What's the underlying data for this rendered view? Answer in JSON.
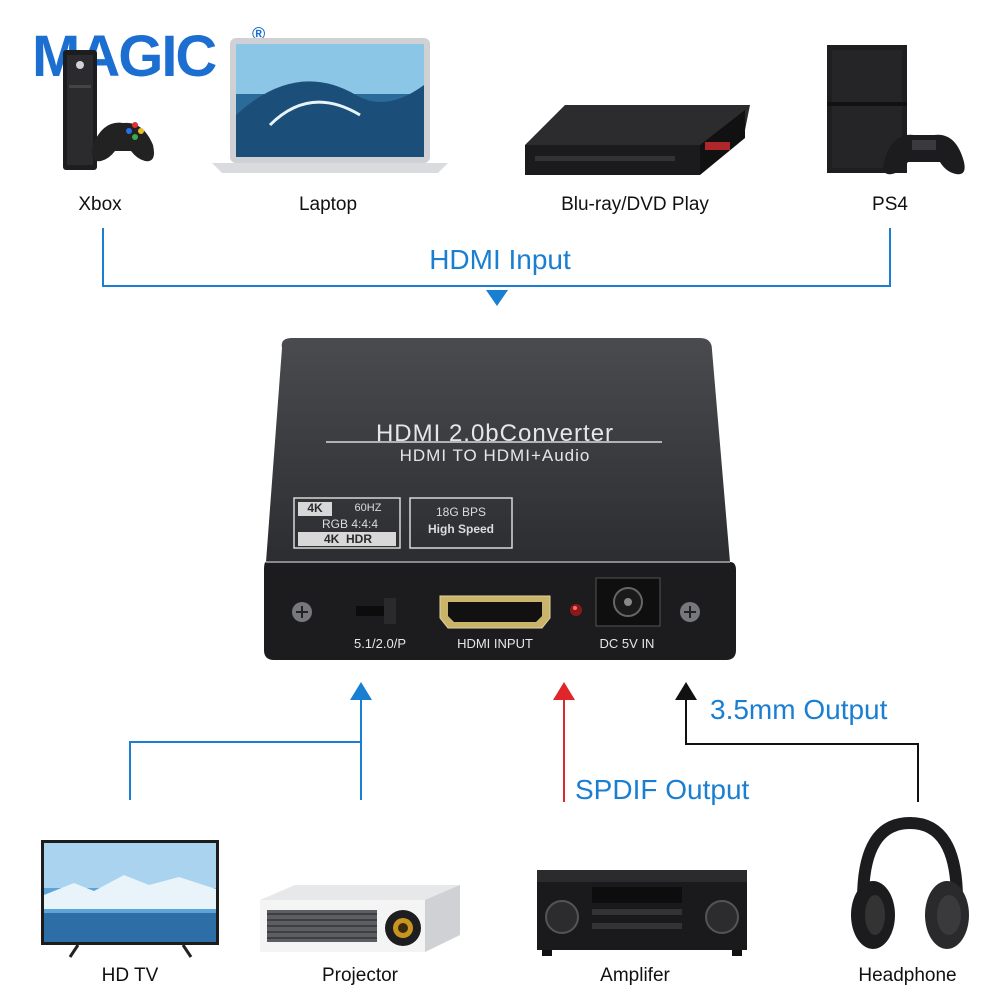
{
  "brand": {
    "logo_text": "MAGIC",
    "registered": "®"
  },
  "inputs": {
    "heading": "HDMI Input",
    "devices": [
      {
        "label": "Xbox",
        "icon": "xbox-console-icon"
      },
      {
        "label": "Laptop",
        "icon": "laptop-icon"
      },
      {
        "label": "Blu-ray/DVD Play",
        "icon": "bluray-player-icon"
      },
      {
        "label": "PS4",
        "icon": "ps4-console-icon"
      }
    ]
  },
  "device": {
    "title": "HDMI 2.0bConverter",
    "subtitle": "HDMI TO HDMI+Audio",
    "badge_4k": "4K",
    "badge_hz": "60HZ",
    "badge_rgb": "RGB 4:4:4",
    "badge_hdr": "4K  HDR",
    "badge_bps": "18G BPS",
    "badge_speed": "High Speed",
    "port_switch": "5.1/2.0/P",
    "port_hdmi": "HDMI INPUT",
    "port_dc": "DC 5V IN"
  },
  "outputs": {
    "spdif": "SPDIF Output",
    "jack": "3.5mm Output",
    "devices": [
      {
        "label": "HD TV",
        "icon": "tv-icon"
      },
      {
        "label": "Projector",
        "icon": "projector-icon"
      },
      {
        "label": "Amplifer",
        "icon": "amplifier-icon"
      },
      {
        "label": "Headphone",
        "icon": "headphone-icon"
      }
    ]
  },
  "colors": {
    "blue": "#1a7fd1",
    "red": "#e0262b",
    "black": "#111111",
    "device_body": "#3a3b3e"
  }
}
